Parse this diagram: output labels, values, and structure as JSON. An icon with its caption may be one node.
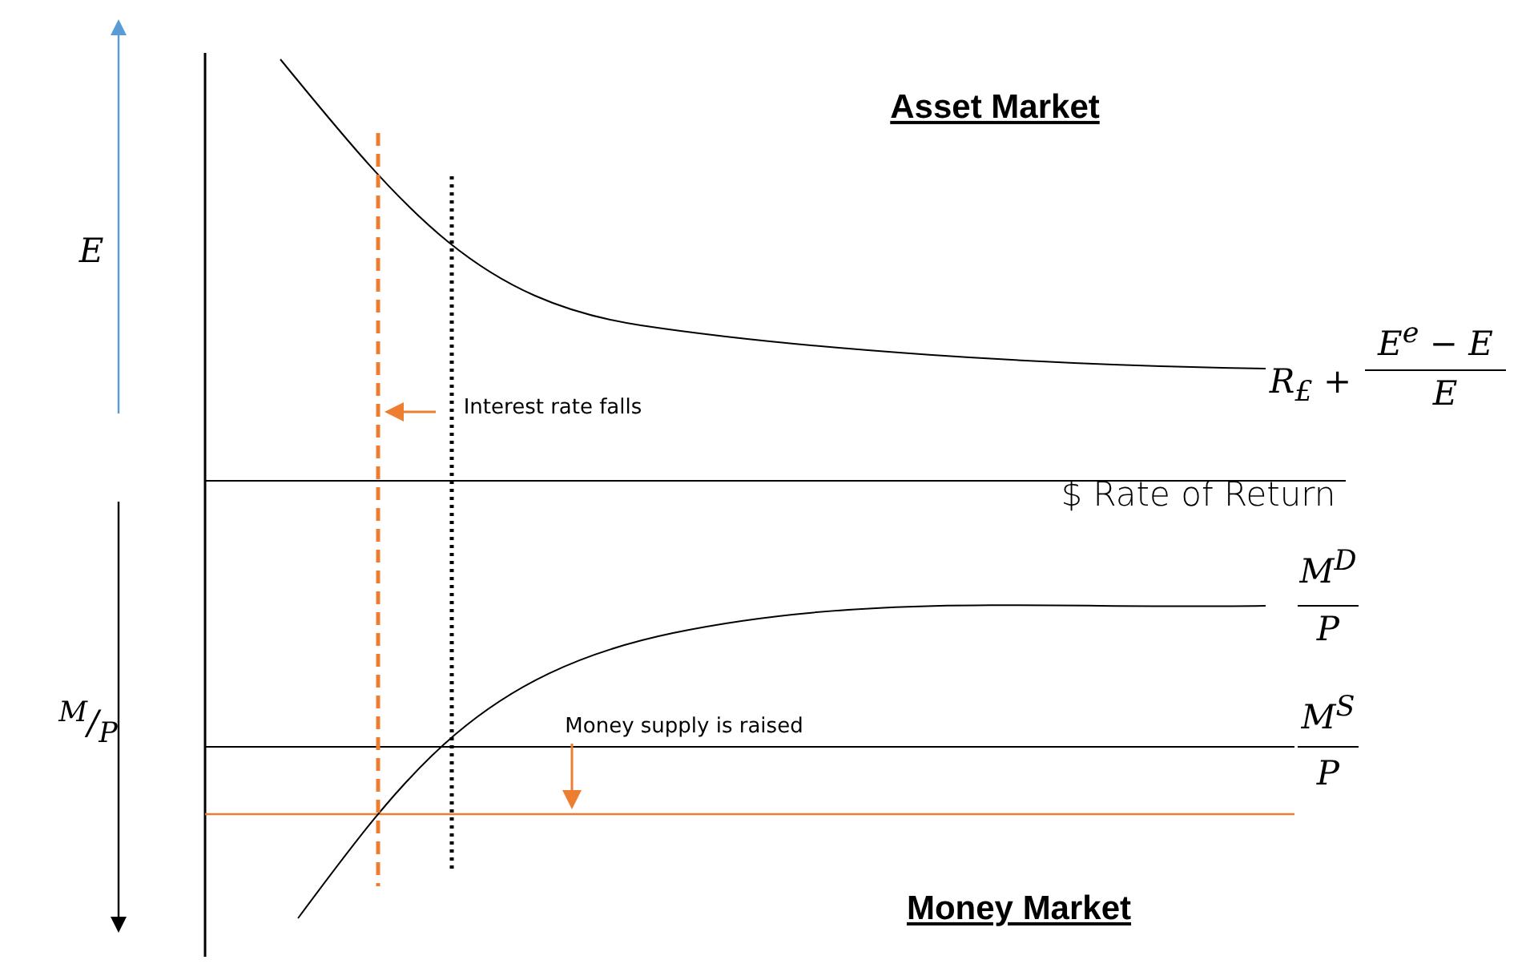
{
  "diagram": {
    "labels": [
      "Asset Market",
      "E",
      "R$_{£}$ +",
      "E$^{e}$ − E",
      "E",
      "Interest rate falls",
      "$ Rate of Return",
      "M$^{D}$",
      "P",
      "$^{M}$/$_{P}$",
      "Money supply is raised",
      "M$^{S}$",
      "P",
      "Money Market"
    ]
  }
}
